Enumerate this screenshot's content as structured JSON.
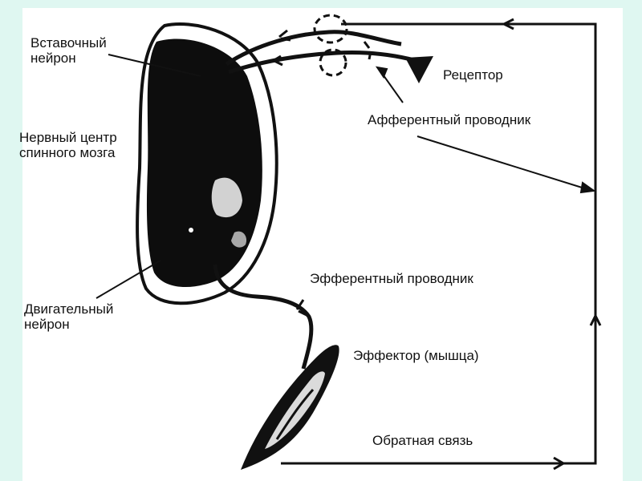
{
  "labels": {
    "interneuron": "Вставочный\nнейрон",
    "nerve_center": "Нервный центр\nспинного мозга",
    "motor_neuron": "Двигательный\nнейрон",
    "receptor": "Рецептор",
    "afferent": "Афферентный проводник",
    "efferent": "Эфферентный проводник",
    "effector": "Эффектор (мышца)",
    "feedback": "Обратная связь"
  },
  "colors": {
    "background": "#dff7f1",
    "panel": "#ffffff",
    "ink": "#111111"
  }
}
